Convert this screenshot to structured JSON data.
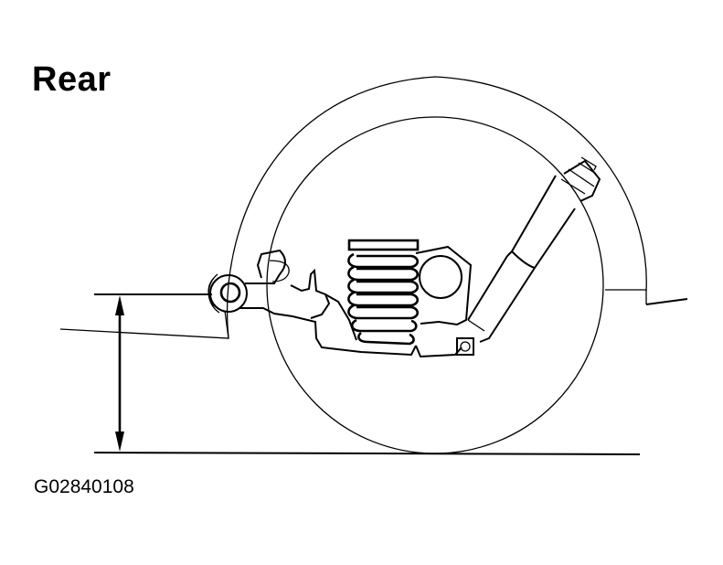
{
  "diagram": {
    "title": "Rear",
    "figure_id": "G02840108",
    "subject": "rear suspension ride height measurement",
    "components": [
      {
        "name": "wheel-arch",
        "icon": "arc"
      },
      {
        "name": "tire",
        "icon": "circle"
      },
      {
        "name": "coil-spring",
        "icon": "coil"
      },
      {
        "name": "shock-absorber",
        "icon": "cylinder"
      },
      {
        "name": "trailing-arm-bushing",
        "icon": "concentric-circles"
      },
      {
        "name": "lower-arm",
        "icon": "outline"
      },
      {
        "name": "ground-line",
        "icon": "line"
      },
      {
        "name": "height-dimension-arrow",
        "icon": "double-arrow"
      }
    ],
    "colors": {
      "line": "#000000",
      "background": "#ffffff"
    }
  }
}
